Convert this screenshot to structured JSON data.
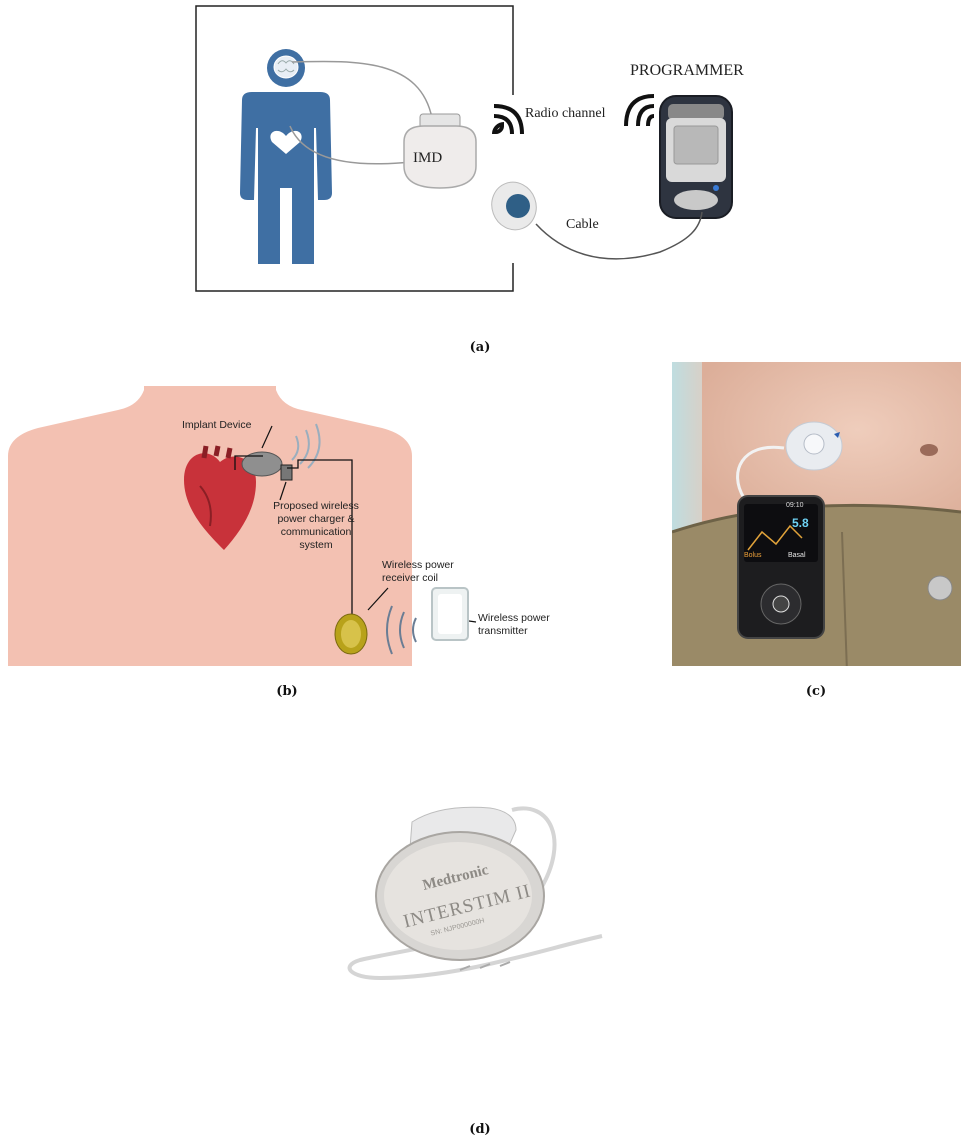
{
  "panel_a": {
    "caption": "(a)",
    "programmer_label": "PROGRAMMER",
    "radio_label": "Radio channel",
    "imd_label": "IMD",
    "cable_label": "Cable"
  },
  "panel_b": {
    "caption": "(b)",
    "implant_label": "Implant Device",
    "charger_label_1": "Proposed wireless",
    "charger_label_2": "power charger &",
    "charger_label_3": "communication",
    "charger_label_4": "system",
    "receiver_label_1": "Wireless power",
    "receiver_label_2": "receiver coil",
    "transmitter_label_1": "Wireless power",
    "transmitter_label_2": "transmitter"
  },
  "panel_c": {
    "caption": "(c)",
    "screen_time": "09:10",
    "screen_value": "5.8",
    "screen_bolus": "Bolus",
    "screen_basal": "Basal"
  },
  "panel_d": {
    "caption": "(d)",
    "brand": "Medtronic",
    "model": "INTERSTIM II",
    "subtext": "SN: NJP000000H"
  },
  "colors": {
    "figure_blue": "#3f6fa3",
    "skin": "#f3c1b2",
    "heart": "#c8323a",
    "pants": "#9a8a67"
  }
}
